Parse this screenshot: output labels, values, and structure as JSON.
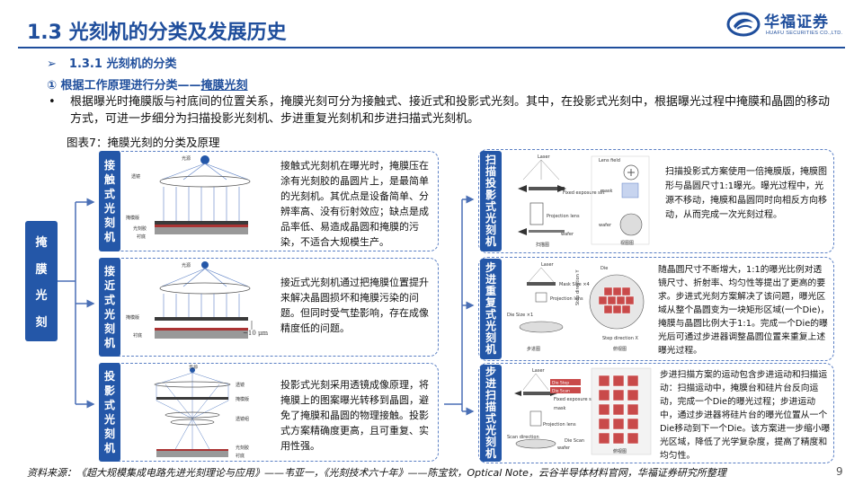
{
  "header": {
    "title": "1.3 光刻机的分类及发展历史",
    "logo_cn": "华福证券",
    "logo_en": "HUAFU SECURITIES CO.,LTD."
  },
  "section": {
    "arrow": "➢",
    "label": "1.3.1  光刻机的分类"
  },
  "subsection": {
    "prefix": "①  根据工作原理进行分类——",
    "underline": "掩膜光刻"
  },
  "bullet": {
    "dot": "•",
    "text": "根据曝光时掩膜版与衬底间的位置关系，掩膜光刻可分为接触式、接近式和投影式光刻。其中，在投影式光刻中，根据曝光过程中掩膜和晶圆的移动方式，可进一步细分为扫描投影光刻机、步进重复光刻机和步进扫描式光刻机。"
  },
  "figure_caption": "图表7：掩膜光刻的分类及原理",
  "root": {
    "chars": [
      "掩",
      "膜",
      "光",
      "刻"
    ]
  },
  "left_panels": [
    {
      "tab_chars": [
        "接",
        "触",
        "式",
        "光",
        "刻",
        "机"
      ],
      "text": "接触式光刻机在曝光时，掩膜压在涂有光刻胶的晶圆片上，是最简单的光刻机。其优点是设备简单、分辨率高、没有衍射效应；缺点是成品率低、易造成晶圆和掩膜的污染，不适合大规模生产。",
      "labels": [
        "光源",
        "透镜",
        "掩模版",
        "光刻胶",
        "衬底"
      ]
    },
    {
      "tab_chars": [
        "接",
        "近",
        "式",
        "光",
        "刻",
        "机"
      ],
      "text": "接近式光刻机通过把掩膜位置提升来解决晶圆损坏和掩膜污染的问题。但同时受气垫影响，存在成像精度低的问题。",
      "labels": [
        "光源",
        "掩模版",
        "衬底",
        "~10 μm"
      ]
    },
    {
      "tab_chars": [
        "投",
        "影",
        "式",
        "光",
        "刻",
        "机"
      ],
      "text": "投影式光刻采用透镜成像原理，将掩膜上的图案曝光转移到晶圆，避免了掩膜和晶圆的物理接触。投影式方案精确度更高，且可重复、实用性强。",
      "labels": [
        "光源",
        "透镜",
        "掩模版",
        "透镜组",
        "光刻胶",
        "衬底"
      ]
    }
  ],
  "right_panels": [
    {
      "tab_chars": [
        "扫",
        "描",
        "投",
        "影",
        "式",
        "光",
        "刻",
        "机"
      ],
      "text": "扫描投影式方案使用一倍掩膜版，掩膜图形与晶圆尺寸1:1曝光。曝光过程中，光源不移动，掩膜和晶圆同时向相反方向移动，从而完成一次光刻过程。",
      "labels": [
        "Laser",
        "Lens field",
        "Fixed exposure slit",
        "Projection lens",
        "mask",
        "wafer",
        "扫描图",
        "视图图"
      ]
    },
    {
      "tab_chars": [
        "步",
        "进",
        "重",
        "复",
        "式",
        "光",
        "刻",
        "机"
      ],
      "text": "随晶圆尺寸不断增大，1:1的曝光比例对透镜尺寸、折射率、均匀性等提出了更高的要求。步进式光刻方案解决了该问题，曝光区域从整个晶圆变为一块矩形区域(一个Die)，掩膜与晶圆比例大于1:1。完成一个Die的曝光后可通过步进器调整晶圆位置来重复上述曝光过程。",
      "labels": [
        "Laser",
        "Mask Size ×4",
        "Projection lens",
        "Die Size ×1",
        "Die",
        "Step direction Y",
        "Step direction X",
        "步进图",
        "俯视图"
      ]
    },
    {
      "tab_chars": [
        "步",
        "进",
        "扫",
        "描",
        "式",
        "光",
        "刻",
        "机"
      ],
      "text": "步进扫描方案的运动包含步进运动和扫描运动：扫描运动中，掩膜台和硅片台反向运动，完成一个Die的曝光过程；步进运动中，通过步进器将硅片台的曝光位置从一个Die移动到下一个Die。该方案进一步缩小曝光区域，降低了光学复杂度，提高了精度和均匀性。",
      "labels": [
        "Laser",
        "Fixed exposure slit",
        "Projection lens",
        "mask",
        "wafer",
        "Die Scan",
        "Scan direction",
        "Die Step",
        "Die Scan",
        "俯视图"
      ]
    }
  ],
  "source": "资料来源：《超大规模集成电路先进光刻理论与应用》——韦亚一，《光刻技术六十年》——陈宝钦，Optical Note，云谷半导体材料官网，华福证券研究所整理",
  "page_number": "9",
  "colors": {
    "brand_blue": "#1f4e9c",
    "tab_blue": "#2457a8",
    "panel_border": "#5a7fc4"
  }
}
